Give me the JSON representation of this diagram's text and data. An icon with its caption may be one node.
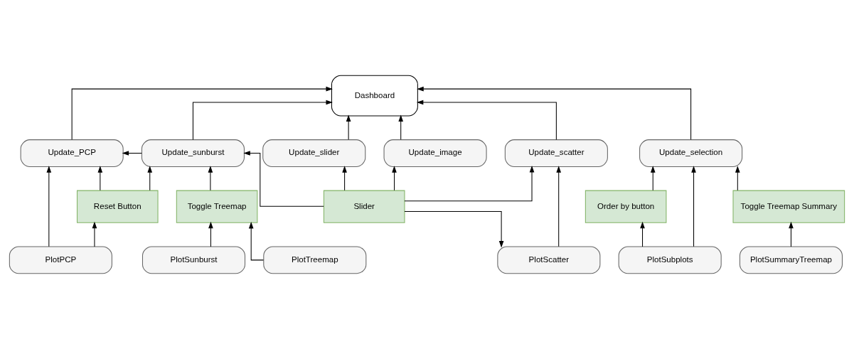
{
  "diagram": {
    "nodes": [
      {
        "text": [
          "Dashboard"
        ]
      },
      {
        "text": [
          "Update_PCP"
        ]
      },
      {
        "text": [
          "Update_sunburst"
        ]
      },
      {
        "text": [
          "Update_slider"
        ]
      },
      {
        "text": [
          "Update_scatter"
        ]
      },
      {
        "text": [
          "Update_image"
        ]
      },
      {
        "text": [
          "Update_selection"
        ]
      },
      {
        "text": [
          "Reset Button"
        ]
      },
      {
        "text": [
          "Toggle Treemap"
        ]
      },
      {
        "text": [
          "Slider"
        ]
      },
      {
        "text": [
          "Order by button"
        ]
      },
      {
        "text": [
          "Toggle Treemap Summary"
        ]
      },
      {
        "text": [
          "PlotPCP"
        ]
      },
      {
        "text": [
          "PlotSunburst"
        ]
      },
      {
        "text": [
          "PlotTreemap"
        ]
      },
      {
        "text": [
          "PlotScatter"
        ]
      },
      {
        "text": [
          "PlotSubplots"
        ]
      },
      {
        "text": [
          "PlotSummaryTreemap"
        ]
      }
    ],
    "edges": [
      {
        "from": 1,
        "to": 0,
        "arrow": "to"
      },
      {
        "from": 2,
        "to": 0,
        "arrow": "to"
      },
      {
        "from": 3,
        "to": 0,
        "arrow": "to"
      },
      {
        "from": 4,
        "to": 0,
        "arrow": "to"
      },
      {
        "from": 5,
        "to": 0,
        "arrow": "to"
      },
      {
        "from": 6,
        "to": 0,
        "arrow": "to"
      },
      {
        "from": 2,
        "to": 1,
        "arrow": "to"
      },
      {
        "from": 7,
        "to": 1,
        "arrow": "to"
      },
      {
        "from": 7,
        "to": 2,
        "arrow": "to"
      },
      {
        "from": 12,
        "to": 1,
        "arrow": "to"
      },
      {
        "from": 12,
        "to": 7,
        "arrow": "to"
      },
      {
        "from": 13,
        "to": 8,
        "arrow": "to"
      },
      {
        "from": 14,
        "to": 8,
        "arrow": "to"
      },
      {
        "from": 8,
        "to": 2,
        "arrow": "to"
      },
      {
        "from": 9,
        "to": 2,
        "arrow": "to"
      },
      {
        "from": 9,
        "to": 3,
        "arrow": "to"
      },
      {
        "from": 9,
        "to": 4,
        "arrow": "to"
      },
      {
        "from": 9,
        "to": 5,
        "arrow": "to"
      },
      {
        "from": 9,
        "to": 15,
        "arrow": "to"
      },
      {
        "from": 15,
        "to": 4,
        "arrow": "to"
      },
      {
        "from": 10,
        "to": 6,
        "arrow": "to"
      },
      {
        "from": 16,
        "to": 10,
        "arrow": "to"
      },
      {
        "from": 16,
        "to": 6,
        "arrow": "to"
      },
      {
        "from": 11,
        "to": 6,
        "arrow": "to"
      },
      {
        "from": 17,
        "to": 11,
        "arrow": "to"
      }
    ]
  }
}
